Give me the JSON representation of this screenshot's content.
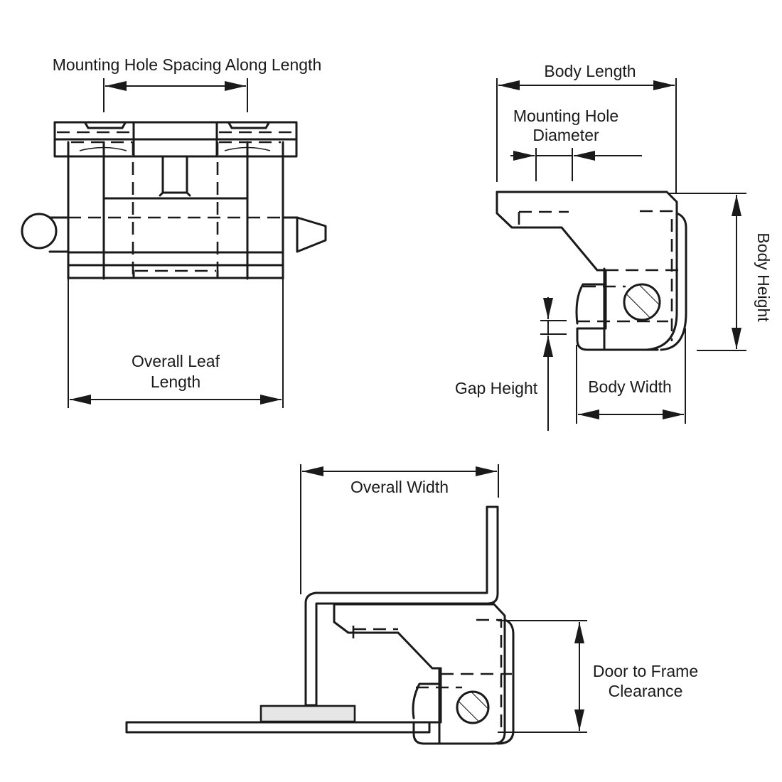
{
  "diagram": {
    "views": [
      {
        "id": "top-view",
        "description": "Hinge top view with pin"
      },
      {
        "id": "section-view",
        "description": "Hinge body cross-section"
      },
      {
        "id": "installed-view",
        "description": "Hinge installed between door and frame"
      }
    ],
    "labels": {
      "mounting_hole_spacing": "Mounting Hole Spacing Along Length",
      "overall_leaf_length_1": "Overall Leaf",
      "overall_leaf_length_2": "Length",
      "body_length": "Body Length",
      "mounting_hole_diameter_1": "Mounting Hole",
      "mounting_hole_diameter_2": "Diameter",
      "body_height": "Body Height",
      "gap_height": "Gap Height",
      "body_width": "Body Width",
      "overall_width": "Overall Width",
      "door_frame_clearance_1": "Door to Frame",
      "door_frame_clearance_2": "Clearance"
    },
    "colors": {
      "line": "#1a1a1a",
      "background": "#ffffff",
      "pad_fill": "#e6e6e6"
    }
  }
}
